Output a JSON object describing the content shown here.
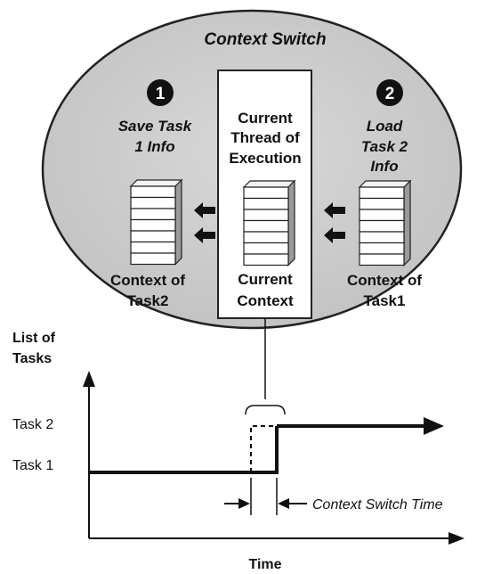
{
  "diagram": {
    "title": "Context Switch",
    "step1": {
      "number": "1",
      "line1": "Save Task",
      "line2": "1 Info"
    },
    "step2": {
      "number": "2",
      "line1": "Load",
      "line2": "Task 2",
      "line3": "Info"
    },
    "center": {
      "line1": "Current",
      "line2": "Thread of",
      "line3": "Execution",
      "bottom1": "Current",
      "bottom2": "Context"
    },
    "left_stack": {
      "line1": "Context of",
      "line2": "Task2"
    },
    "right_stack": {
      "line1": "Context of",
      "line2": "Task1"
    }
  },
  "timeline": {
    "y_axis_label1": "List of",
    "y_axis_label2": "Tasks",
    "task2_label": "Task 2",
    "task1_label": "Task 1",
    "switch_time_label": "Context Switch Time",
    "x_axis_label": "Time"
  },
  "colors": {
    "ellipse_fill": "#cfcfcf",
    "stroke": "#111111",
    "panel_fill": "#ffffff"
  }
}
